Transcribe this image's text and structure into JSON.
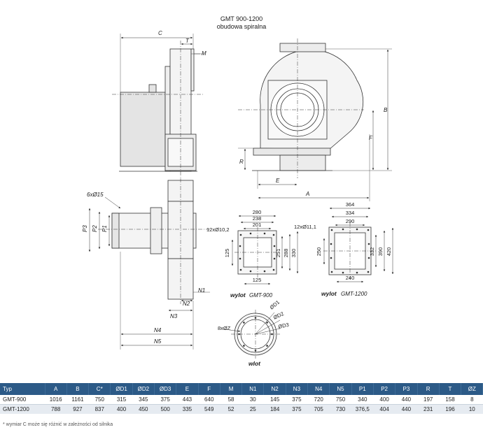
{
  "header": {
    "title": "GMT 900-1200",
    "subtitle": "obudowa spiralna"
  },
  "labels": {
    "C": "C",
    "T": "T",
    "M": "M",
    "B": "B",
    "F": "F",
    "R": "R",
    "E": "E",
    "A": "A",
    "bolts": "6xØ15",
    "P1": "P1",
    "P2": "P2",
    "P3": "P3",
    "N1": "N1",
    "N2": "N2",
    "N3": "N3",
    "N4": "N4",
    "N5": "N5",
    "outlet900_title": "wylot",
    "outlet900_model": "GMT-900",
    "outlet900_holes": "12xØ10,2",
    "outlet900_d280": "280",
    "outlet900_d238": "238",
    "outlet900_d201": "201",
    "outlet900_d125a": "125",
    "outlet900_d251": "251",
    "outlet900_d288": "288",
    "outlet900_d330": "330",
    "outlet900_d125b": "125",
    "outlet1200_title": "wylot",
    "outlet1200_model": "GMT-1200",
    "outlet1200_holes": "12xØ11,1",
    "outlet1200_d364": "364",
    "outlet1200_d334": "334",
    "outlet1200_d290": "290",
    "outlet1200_d250": "250",
    "outlet1200_d332": "332",
    "outlet1200_d390": "390",
    "outlet1200_d420": "420",
    "outlet1200_d240": "240",
    "inlet_title": "wlot",
    "inlet_holes": "8xØZ",
    "inlet_D1": "ØD1",
    "inlet_D2": "ØD2",
    "inlet_D3": "ØD3"
  },
  "table": {
    "headers": [
      "Typ",
      "A",
      "B",
      "C*",
      "ØD1",
      "ØD2",
      "ØD3",
      "E",
      "F",
      "M",
      "N1",
      "N2",
      "N3",
      "N4",
      "N5",
      "P1",
      "P2",
      "P3",
      "R",
      "T",
      "ØZ"
    ],
    "rows": [
      [
        "GMT-900",
        "1016",
        "1161",
        "750",
        "315",
        "345",
        "375",
        "443",
        "640",
        "58",
        "30",
        "145",
        "375",
        "720",
        "750",
        "340",
        "400",
        "440",
        "197",
        "158",
        "8"
      ],
      [
        "GMT-1200",
        "788",
        "927",
        "837",
        "400",
        "450",
        "500",
        "335",
        "549",
        "52",
        "25",
        "184",
        "375",
        "705",
        "730",
        "376,5",
        "404",
        "440",
        "231",
        "196",
        "10"
      ]
    ]
  },
  "footnote": "* wymiar C może się różnić w zależności od silnika"
}
